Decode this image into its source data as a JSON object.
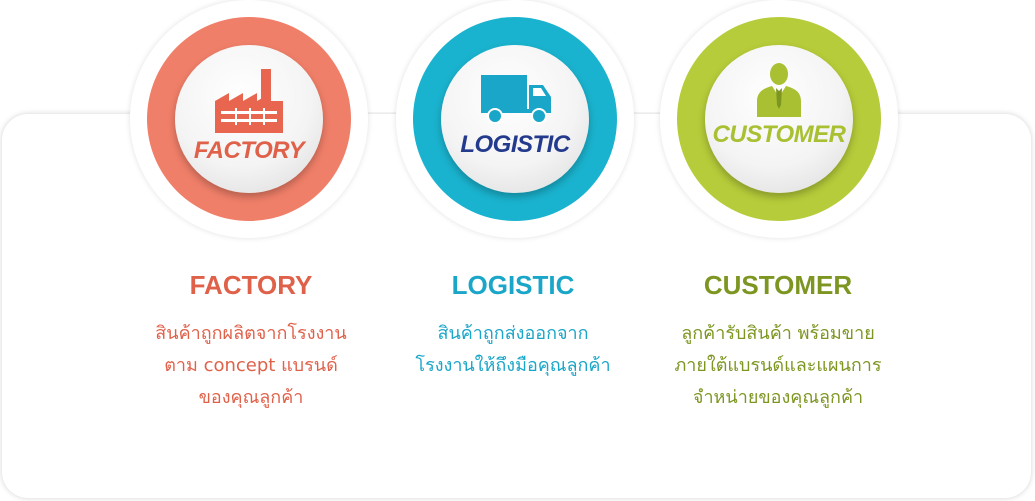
{
  "colors": {
    "factory": "#f07f69",
    "factory_text": "#e0614a",
    "logistic": "#1ab3cf",
    "logistic_text": "#1aa6c8",
    "logistic_badge": "#243a8c",
    "customer": "#b7cc3a",
    "customer_text": "#7d9622",
    "customer_badge": "#a9c033"
  },
  "items": [
    {
      "icon": "factory-icon",
      "badge": "FACTORY",
      "title": "FACTORY",
      "lines": [
        "สินค้าถูกผลิตจากโรงงาน",
        "ตาม concept แบรนด์",
        "ของคุณลูกค้า"
      ]
    },
    {
      "icon": "truck-icon",
      "badge": "LOGISTIC",
      "title": "LOGISTIC",
      "lines": [
        "สินค้าถูกส่งออกจาก",
        "โรงงานให้ถึงมือคุณลูกค้า"
      ]
    },
    {
      "icon": "businessman-icon",
      "badge": "CUSTOMER",
      "title": "CUSTOMER",
      "lines": [
        "ลูกค้ารับสินค้า พร้อมขาย",
        "ภายใต้แบรนด์และแผนการ",
        "จำหน่ายของคุณลูกค้า"
      ]
    }
  ]
}
